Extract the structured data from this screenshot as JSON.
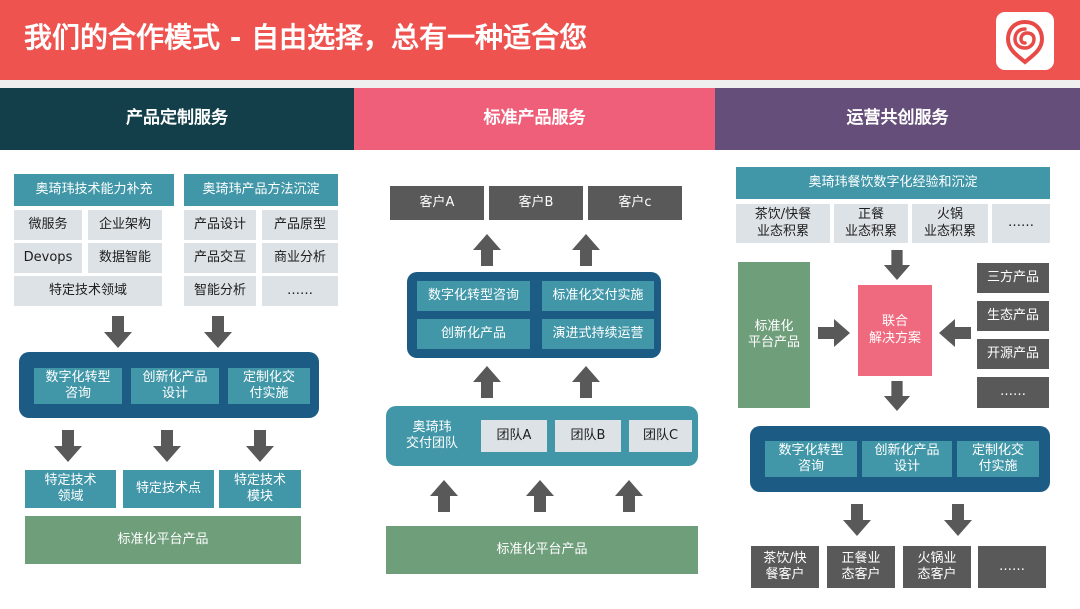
{
  "banner": {
    "title": "我们的合作模式 - 自由选择，总有一种适合您"
  },
  "columns": {
    "custom": {
      "header": "产品定制服务",
      "capability_title": "奥琦玮技术能力补充",
      "capability_items": [
        "微服务",
        "企业架构",
        "Devops",
        "数据智能",
        "特定技术领域"
      ],
      "method_title": "奥琦玮产品方法沉淀",
      "method_items": [
        "产品设计",
        "产品原型",
        "产品交互",
        "商业分析",
        "智能分析",
        "……"
      ],
      "services": [
        "数字化转型\n咨询",
        "创新化产品\n设计",
        "定制化交\n付实施"
      ],
      "outputs": [
        "特定技术\n领域",
        "特定技术点",
        "特定技术\n模块"
      ],
      "platform": "标准化平台产品"
    },
    "standard": {
      "header": "标准产品服务",
      "clients": [
        "客户A",
        "客户B",
        "客户c"
      ],
      "services": [
        "数字化转型咨询",
        "标准化交付实施",
        "创新化产品",
        "演进式持续运营"
      ],
      "team_label": "奥琦玮\n交付团队",
      "teams": [
        "团队A",
        "团队B",
        "团队C"
      ],
      "platform": "标准化平台产品"
    },
    "ops": {
      "header": "运营共创服务",
      "experience_title": "奥琦玮餐饮数字化经验和沉淀",
      "experience_items": [
        "茶饮/快餐\n业态积累",
        "正餐\n业态积累",
        "火锅\n业态积累",
        "……"
      ],
      "platform": "标准化\n平台产品",
      "solution": "联合\n解决方案",
      "products": [
        "三方产品",
        "生态产品",
        "开源产品",
        "……"
      ],
      "services": [
        "数字化转型\n咨询",
        "创新化产品\n设计",
        "定制化交\n付实施"
      ],
      "clients": [
        "茶饮/快\n餐客户",
        "正餐业\n态客户",
        "火锅业\n态客户",
        "……"
      ]
    }
  },
  "colors": {
    "banner": "#ee5350",
    "header_custom": "#123f4a",
    "header_standard": "#ef5f7a",
    "header_ops": "#654f7a",
    "teal": "#4197a8",
    "navy": "#1c5b84",
    "green": "#6f9e7b",
    "dark_gray": "#595959",
    "light_gray": "#dde2e7",
    "pink": "#ef6a7e"
  },
  "icons": {
    "logo": "spiral-pin-logo-icon",
    "arrow": "block-arrow-icon"
  }
}
